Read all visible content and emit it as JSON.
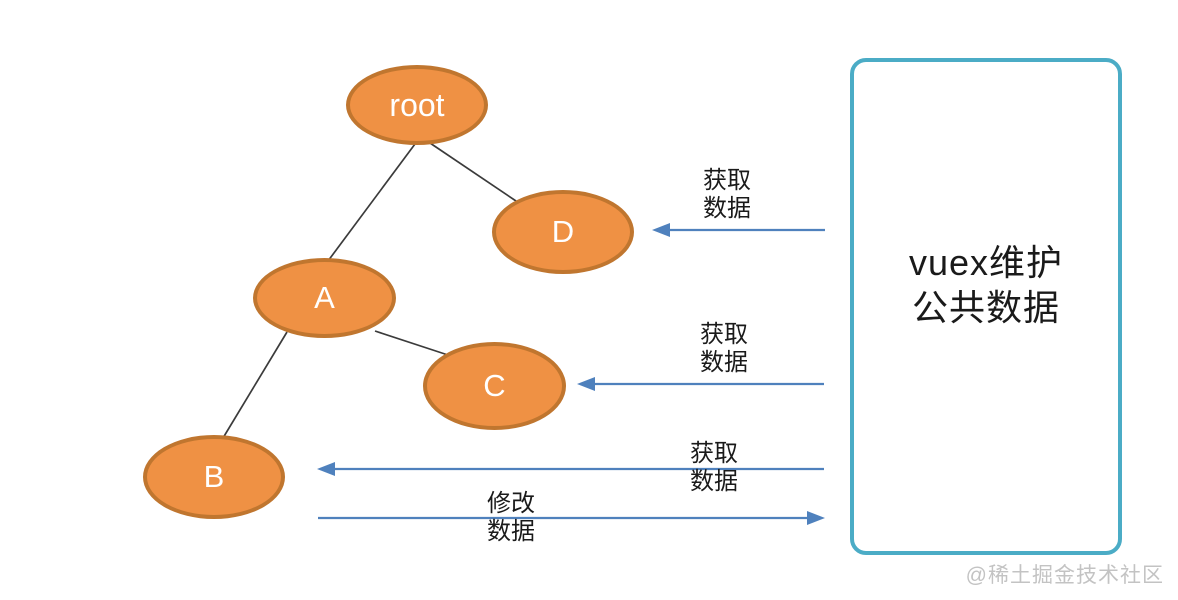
{
  "tree": {
    "nodes": {
      "root": "root",
      "a": "A",
      "b": "B",
      "c": "C",
      "d": "D"
    }
  },
  "store_box": {
    "title_line1": "vuex维护",
    "title_line2": "公共数据"
  },
  "arrows": {
    "fetch_d": {
      "line1": "获取",
      "line2": "数据",
      "direction": "store-to-D"
    },
    "fetch_c": {
      "line1": "获取",
      "line2": "数据",
      "direction": "store-to-C"
    },
    "fetch_b": {
      "line1": "获取",
      "line2": "数据",
      "direction": "store-to-B"
    },
    "modify": {
      "line1": "修改",
      "line2": "数据",
      "direction": "B-to-store"
    }
  },
  "watermark": {
    "text": "@稀土掘金技术社区"
  },
  "colors": {
    "background": "#ffffff",
    "node_fill": "#ef9144",
    "node_border": "#c0762f",
    "node_text": "#ffffff",
    "edge": "#3b3b3b",
    "arrow": "#4f81bd",
    "box_border": "#4bacc6",
    "box_text": "#1a1a1a",
    "label_text": "#1a1a1a",
    "watermark": "#c3c3c3"
  }
}
